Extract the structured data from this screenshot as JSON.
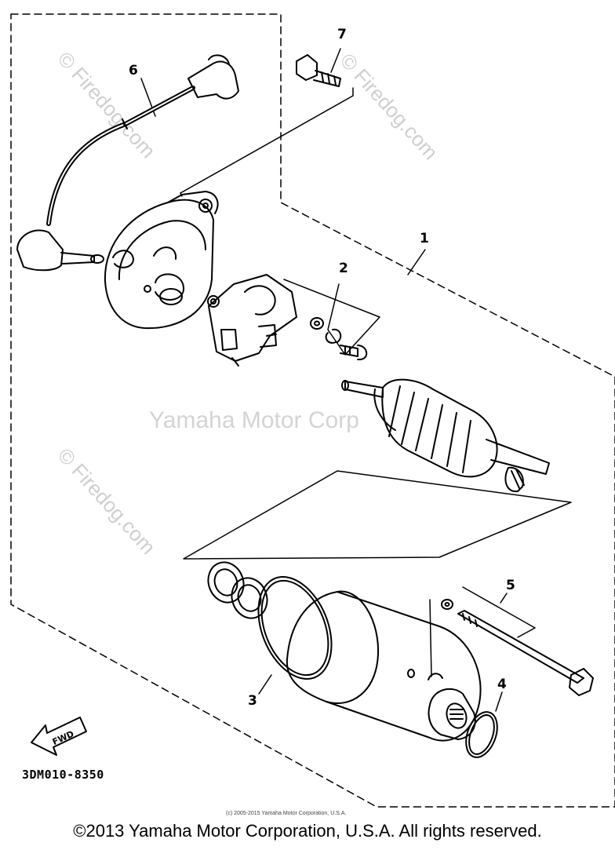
{
  "watermarks": {
    "firedog": "© Firedog.com",
    "center": "Yamaha Motor Corp"
  },
  "callouts": {
    "c1": "1",
    "c2": "2",
    "c3": "3",
    "c4": "4",
    "c5": "5",
    "c6": "6",
    "c7": "7"
  },
  "fwd_label": "FWD",
  "part_code": "3DM010-8350",
  "small_copyright": "(c) 2005-2015 Yamaha Motor Corporation, U.S.A.",
  "footer": "©2013 Yamaha Motor Corporation, U.S.A. All rights reserved."
}
